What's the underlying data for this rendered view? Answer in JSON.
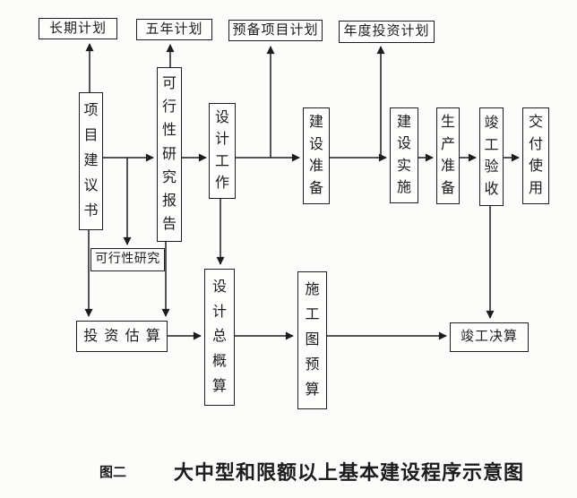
{
  "diagram": {
    "plans": {
      "long_term": "长期计划",
      "five_year": "五年计划",
      "reserve_project": "预备项目计划",
      "annual_investment": "年度投资计划"
    },
    "main_stages": {
      "project_proposal": "项目建议书",
      "feasibility_report": "可行性研究报告",
      "design_work": "设计工作",
      "construction_preparation": "建设准备",
      "construction_implementation": "建设实施",
      "production_preparation": "生产准备",
      "completion_acceptance": "竣工验收",
      "delivery_use": "交付使用"
    },
    "cost_track": {
      "feasibility_study": "可行性研究",
      "investment_estimate": "投资估算",
      "design_total_budget": "设计总概算",
      "construction_drawing_budget": "施工图预算",
      "completion_final_accounts": "竣工决算"
    },
    "caption": {
      "figure_label": "图二",
      "title": "大中型和限额以上基本建设程序示意图"
    },
    "colors": {
      "ink": "#1c1c1c",
      "page_background": "#fcfcfa",
      "box_background": "#fdfdfb"
    }
  }
}
